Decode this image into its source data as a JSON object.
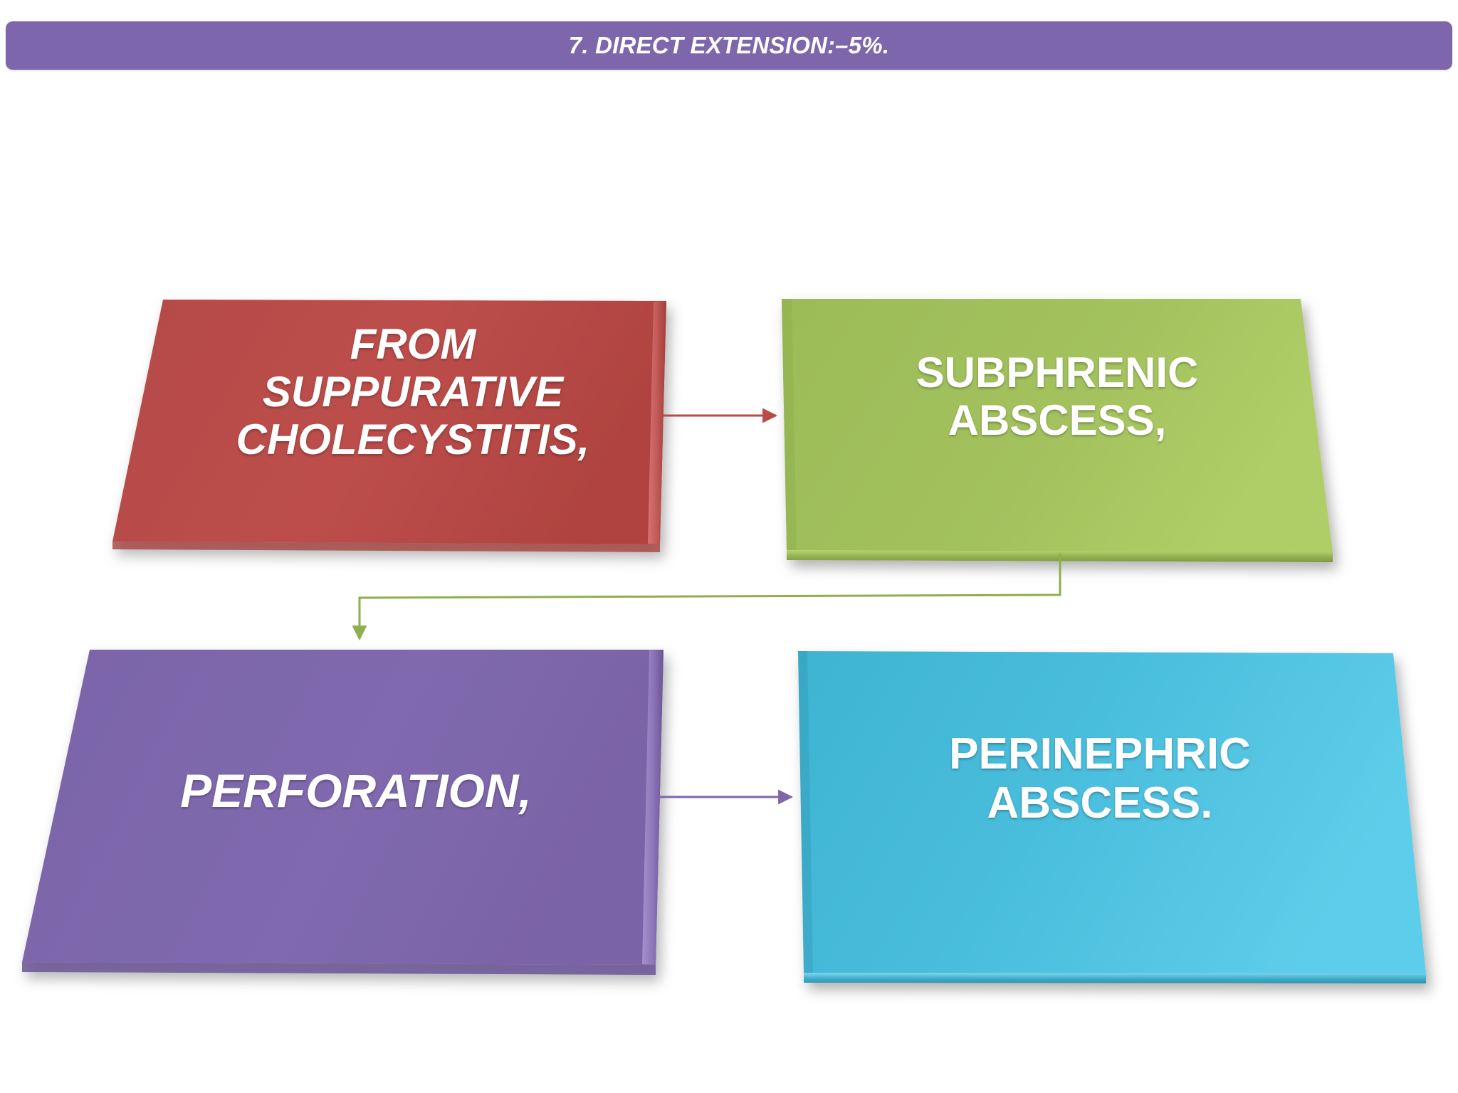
{
  "header": {
    "title": "7. DIRECT EXTENSION:–5%.",
    "bar_color": "#7d66ab",
    "text_color": "#ffffff"
  },
  "diagram": {
    "background": "#ffffff",
    "nodes": [
      {
        "id": "source",
        "label": "FROM\nSUPPURATIVE\nCHOLECYSTITIS,",
        "color": "#b94a48",
        "text_color": "#ffffff"
      },
      {
        "id": "subphrenic",
        "label": "SUBPHRENIC\nABSCESS,",
        "color": "#9bbb59",
        "text_color": "#ffffff"
      },
      {
        "id": "perforation",
        "label": "PERFORATION,",
        "color": "#7d66ab",
        "text_color": "#ffffff"
      },
      {
        "id": "perinephric",
        "label": "PERINEPHRIC\nABSCESS.",
        "color": "#3fb8d8",
        "text_color": "#ffffff"
      }
    ],
    "connectors": [
      {
        "id": "source-to-subphrenic",
        "from": "source",
        "to": "subphrenic",
        "color": "#b94a48",
        "style": "straight-arrow"
      },
      {
        "id": "subphrenic-to-perforation",
        "from": "subphrenic",
        "to": "perforation",
        "color": "#9bbb59",
        "style": "elbow-arrow"
      },
      {
        "id": "perforation-to-perinephric",
        "from": "perforation",
        "to": "perinephric",
        "color": "#7d66ab",
        "style": "straight-arrow"
      }
    ]
  }
}
